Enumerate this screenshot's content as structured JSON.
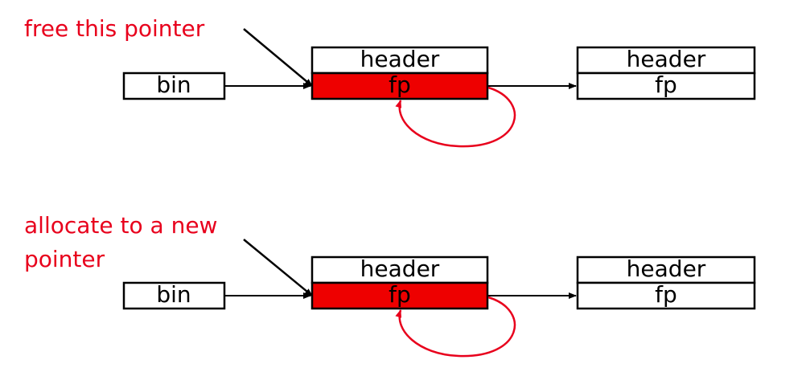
{
  "colors": {
    "highlight": "#ee0000",
    "annotation": "#e8001c",
    "stroke": "#000000",
    "background": "#ffffff"
  },
  "top": {
    "annotation_lines": [
      "free this pointer"
    ],
    "bin_label": "bin",
    "chunk1_header": "header",
    "chunk1_fp": "fp",
    "chunk2_header": "header",
    "chunk2_fp": "fp"
  },
  "bottom": {
    "annotation_lines": [
      "allocate to a new",
      "pointer"
    ],
    "bin_label": "bin",
    "chunk1_header": "header",
    "chunk1_fp": "fp",
    "chunk2_header": "header",
    "chunk2_fp": "fp"
  }
}
